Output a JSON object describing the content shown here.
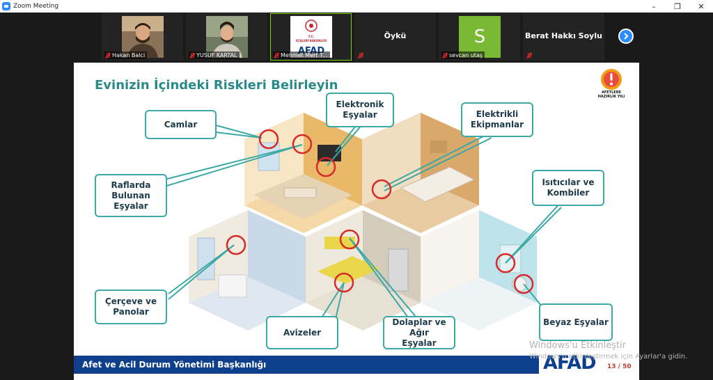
{
  "window": {
    "title": "Zoom Meeting",
    "minimize": "–",
    "maximize": "❐",
    "close": "✕"
  },
  "participants": [
    {
      "name": "Hakan Balci",
      "type": "video",
      "muted": true
    },
    {
      "name": "YUSUF KARTAL",
      "type": "video",
      "muted": true
    },
    {
      "name": "Mehmet Mert T...",
      "type": "logo",
      "muted": true,
      "active": true,
      "logo_text": "AFAD",
      "logo_sub": "T.C. İÇİŞLERİ BAKANLIĞI"
    },
    {
      "name": "Öykü",
      "type": "name",
      "muted": true
    },
    {
      "name": "sevcan utaş",
      "type": "avatar",
      "avatar_letter": "S",
      "muted": true
    },
    {
      "name": "Berat Hakkı Soylu",
      "type": "name",
      "muted": true
    }
  ],
  "slide": {
    "title": "Evinizin İçindeki Riskleri Belirleyin",
    "badge_text": "AFETLERE HAZIRLIK YILI",
    "labels": [
      {
        "id": "camlar",
        "text": "Camlar"
      },
      {
        "id": "elektronik",
        "text": "Elektronik Eşyalar"
      },
      {
        "id": "elektrikli",
        "text": "Elektrikli Ekipmanlar"
      },
      {
        "id": "raflarda",
        "text": "Raflarda Bulunan Eşyalar"
      },
      {
        "id": "isiticilar",
        "text": "Isıtıcılar ve Kombiler"
      },
      {
        "id": "cerceve",
        "text": "Çerçeve ve Panolar"
      },
      {
        "id": "avizeler",
        "text": "Avizeler"
      },
      {
        "id": "dolaplar",
        "text": "Dolaplar ve Ağır Eşyalar"
      },
      {
        "id": "beyaz",
        "text": "Beyaz Eşyalar"
      }
    ],
    "footer": "Afet ve Acil Durum Yönetimi Başkanlığı",
    "logo": "AFAD",
    "page": "13 / 50"
  },
  "windows_activation": {
    "title": "Windows'u Etkinleştir",
    "subtitle": "Windows'u etkinleştirmek için Ayarlar'a gidin."
  },
  "colors": {
    "teal": "#3aa9a5",
    "navy": "#0d3f8c",
    "red_marker": "#d62b2b",
    "zoom_blue": "#2d8cff"
  }
}
